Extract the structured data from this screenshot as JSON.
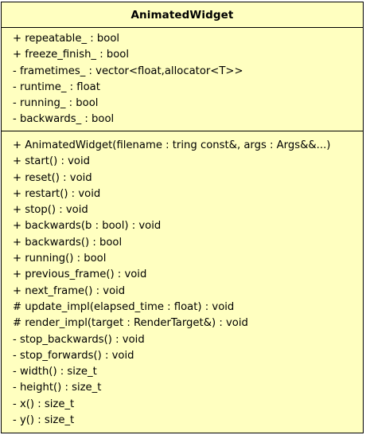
{
  "class_box": {
    "name": "AnimatedWidget",
    "attributes": [
      "+ repeatable_ : bool",
      "+ freeze_finish_ : bool",
      "- frametimes_ : vector<float,allocator<T>>",
      "- runtime_ : float",
      "- running_ : bool",
      "- backwards_ : bool"
    ],
    "operations": [
      "+ AnimatedWidget(filename : tring const&, args : Args&&...)",
      "+ start() : void",
      "+ reset() : void",
      "+ restart() : void",
      "+ stop() : void",
      "+ backwards(b : bool) : void",
      "+ backwards() : bool",
      "+ running() : bool",
      "+ previous_frame() : void",
      "+ next_frame() : void",
      "# update_impl(elapsed_time : float) : void",
      "# render_impl(target : RenderTarget&) : void",
      "- stop_backwards() : void",
      "- stop_forwards() : void",
      "- width() : size_t",
      "- height() : size_t",
      "- x() : size_t",
      "- y() : size_t"
    ]
  },
  "colors": {
    "fill": "#ffffc0",
    "border": "#000000",
    "text": "#000000"
  }
}
